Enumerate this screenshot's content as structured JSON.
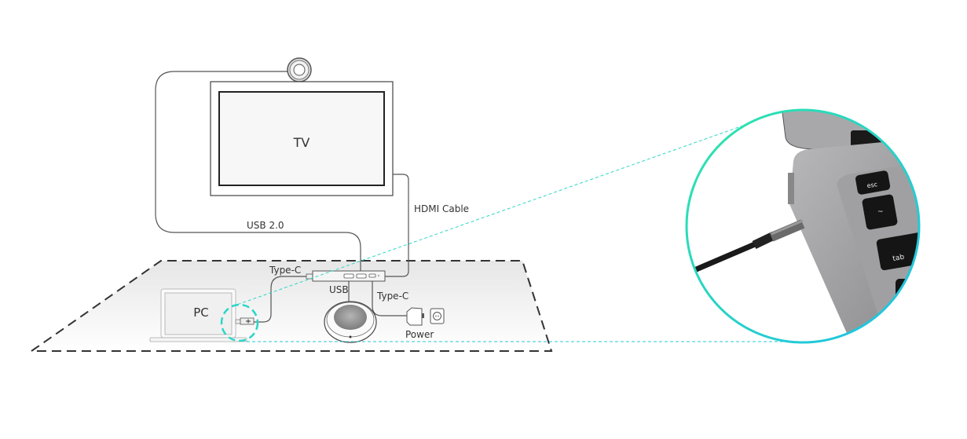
{
  "diagram": {
    "title": "Conference room connection diagram",
    "devices": {
      "tv": "TV",
      "pc": "PC",
      "camera": "camera",
      "hub": "hub",
      "speakerphone": "speakerphone",
      "power_adapter": "power adapter",
      "wall_outlet": "wall outlet"
    },
    "cables": {
      "usb2": "USB 2.0",
      "hdmi": "HDMI Cable",
      "typec_pc": "Type-C",
      "usb_speaker": "USB",
      "typec_power": "Type-C",
      "power": "Power"
    },
    "zoom_detail": {
      "keys": [
        "esc",
        "~",
        "tab"
      ]
    },
    "colors": {
      "accent_start": "#2fe0b0",
      "accent_end": "#1ec8e0",
      "line": "#555555",
      "dash": "#333333"
    }
  }
}
